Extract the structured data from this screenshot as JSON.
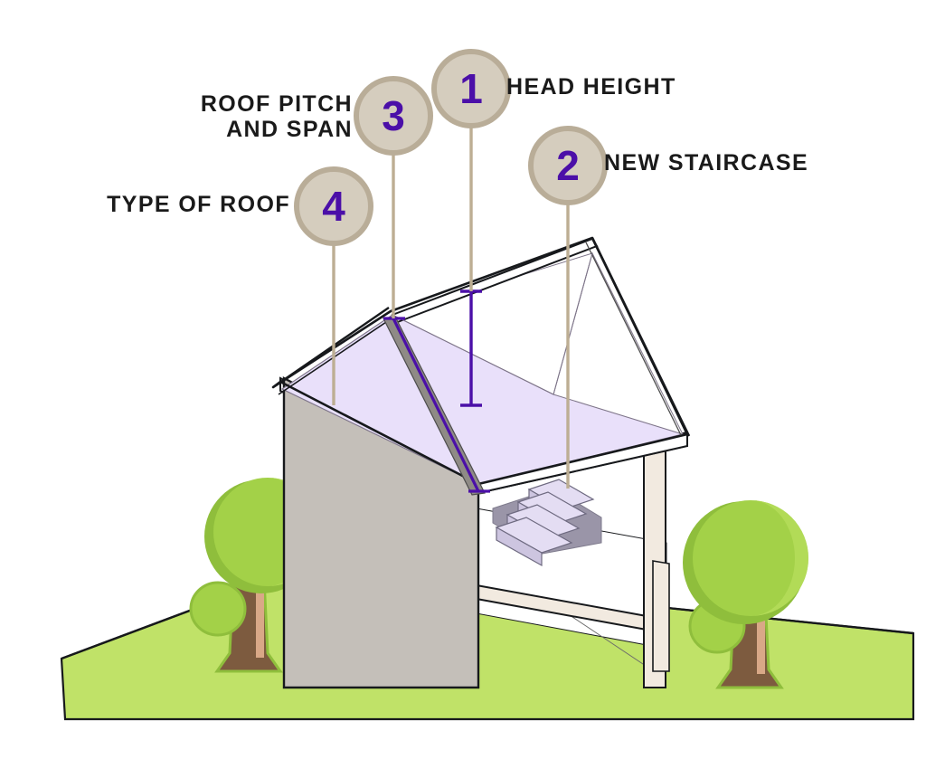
{
  "diagram": {
    "title": "Loft conversion considerations cut-away house diagram",
    "colors": {
      "badge_fill": "#d5cdbe",
      "badge_stroke": "#b9ad98",
      "badge_number": "#4b0fa8",
      "label_text": "#1a1a1a",
      "leader_line": "#bdae93",
      "roof_plane": "#e9e0fa",
      "roof_plane_shade": "#ddd2f2",
      "wall_gray": "#c4bfb9",
      "frame_cream": "#f2eae0",
      "ground_green": "#c0e268",
      "tree_canopy": "#a3d148",
      "tree_canopy_light": "#b7dd5c",
      "tree_trunk": "#7d5b3f",
      "tree_trunk_light": "#d9a887",
      "stair_top": "#e4ddf3",
      "stair_front": "#cdc5e0",
      "stair_shadow": "#9a95a8",
      "outline": "#17191c",
      "measure_purple": "#4b0fa8"
    },
    "callouts": [
      {
        "number": "1",
        "label": "HEAD HEIGHT",
        "side": "right"
      },
      {
        "number": "2",
        "label": "NEW STAIRCASE",
        "side": "right"
      },
      {
        "number": "3",
        "label": "ROOF PITCH\nAND SPAN",
        "side": "left"
      },
      {
        "number": "4",
        "label": "TYPE OF ROOF",
        "side": "left"
      }
    ],
    "scene_parts": {
      "ground": "ground-plane",
      "house": "cut-away-house",
      "roof": "gable-roof",
      "gable_wall": "gable-end-wall",
      "staircase": "new-staircase",
      "tree_left": "tree-left",
      "tree_right": "tree-right",
      "head_height_measure": "head-height-dimension-line",
      "roof_pitch_measure": "roof-pitch-dimension-line"
    }
  }
}
